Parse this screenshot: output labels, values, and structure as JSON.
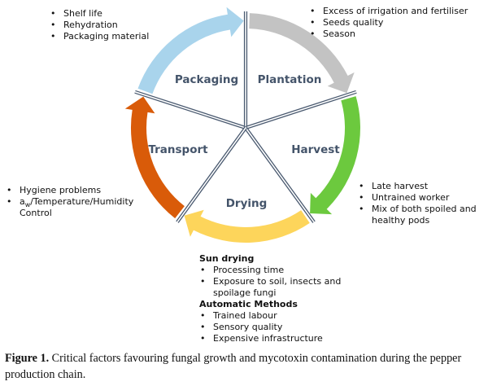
{
  "stages": [
    {
      "name": "Packaging",
      "color": "#a9d4ec"
    },
    {
      "name": "Plantation",
      "color": "#c3c3c3"
    },
    {
      "name": "Harvest",
      "color": "#6cc93e"
    },
    {
      "name": "Drying",
      "color": "#fdd55b"
    },
    {
      "name": "Transport",
      "color": "#d95b09"
    }
  ],
  "spoke_color": "#4a5a70",
  "packaging_factors": [
    "Shelf life",
    "Rehydration",
    "Packaging material"
  ],
  "plantation_factors": [
    "Excess of irrigation and fertiliser",
    "Seeds quality",
    "Season"
  ],
  "harvest_factors": [
    "Late harvest",
    "Untrained worker",
    "Mix of both spoiled and healthy pods"
  ],
  "transport_factors": {
    "item1": "Hygiene problems",
    "aw_a": "a",
    "aw_sub": "w",
    "aw_rest": "/Temperature/Humidity Control"
  },
  "drying": {
    "sun_heading": "Sun drying",
    "sun_items": [
      "Processing time",
      "Exposure to soil, insects and spoilage fungi"
    ],
    "auto_heading": "Automatic Methods",
    "auto_items": [
      "Trained labour",
      "Sensory quality",
      "Expensive infrastructure"
    ]
  },
  "caption": {
    "label": "Figure 1.",
    "text": " Critical factors favouring fungal growth and mycotoxin contamination during the pepper production chain."
  }
}
